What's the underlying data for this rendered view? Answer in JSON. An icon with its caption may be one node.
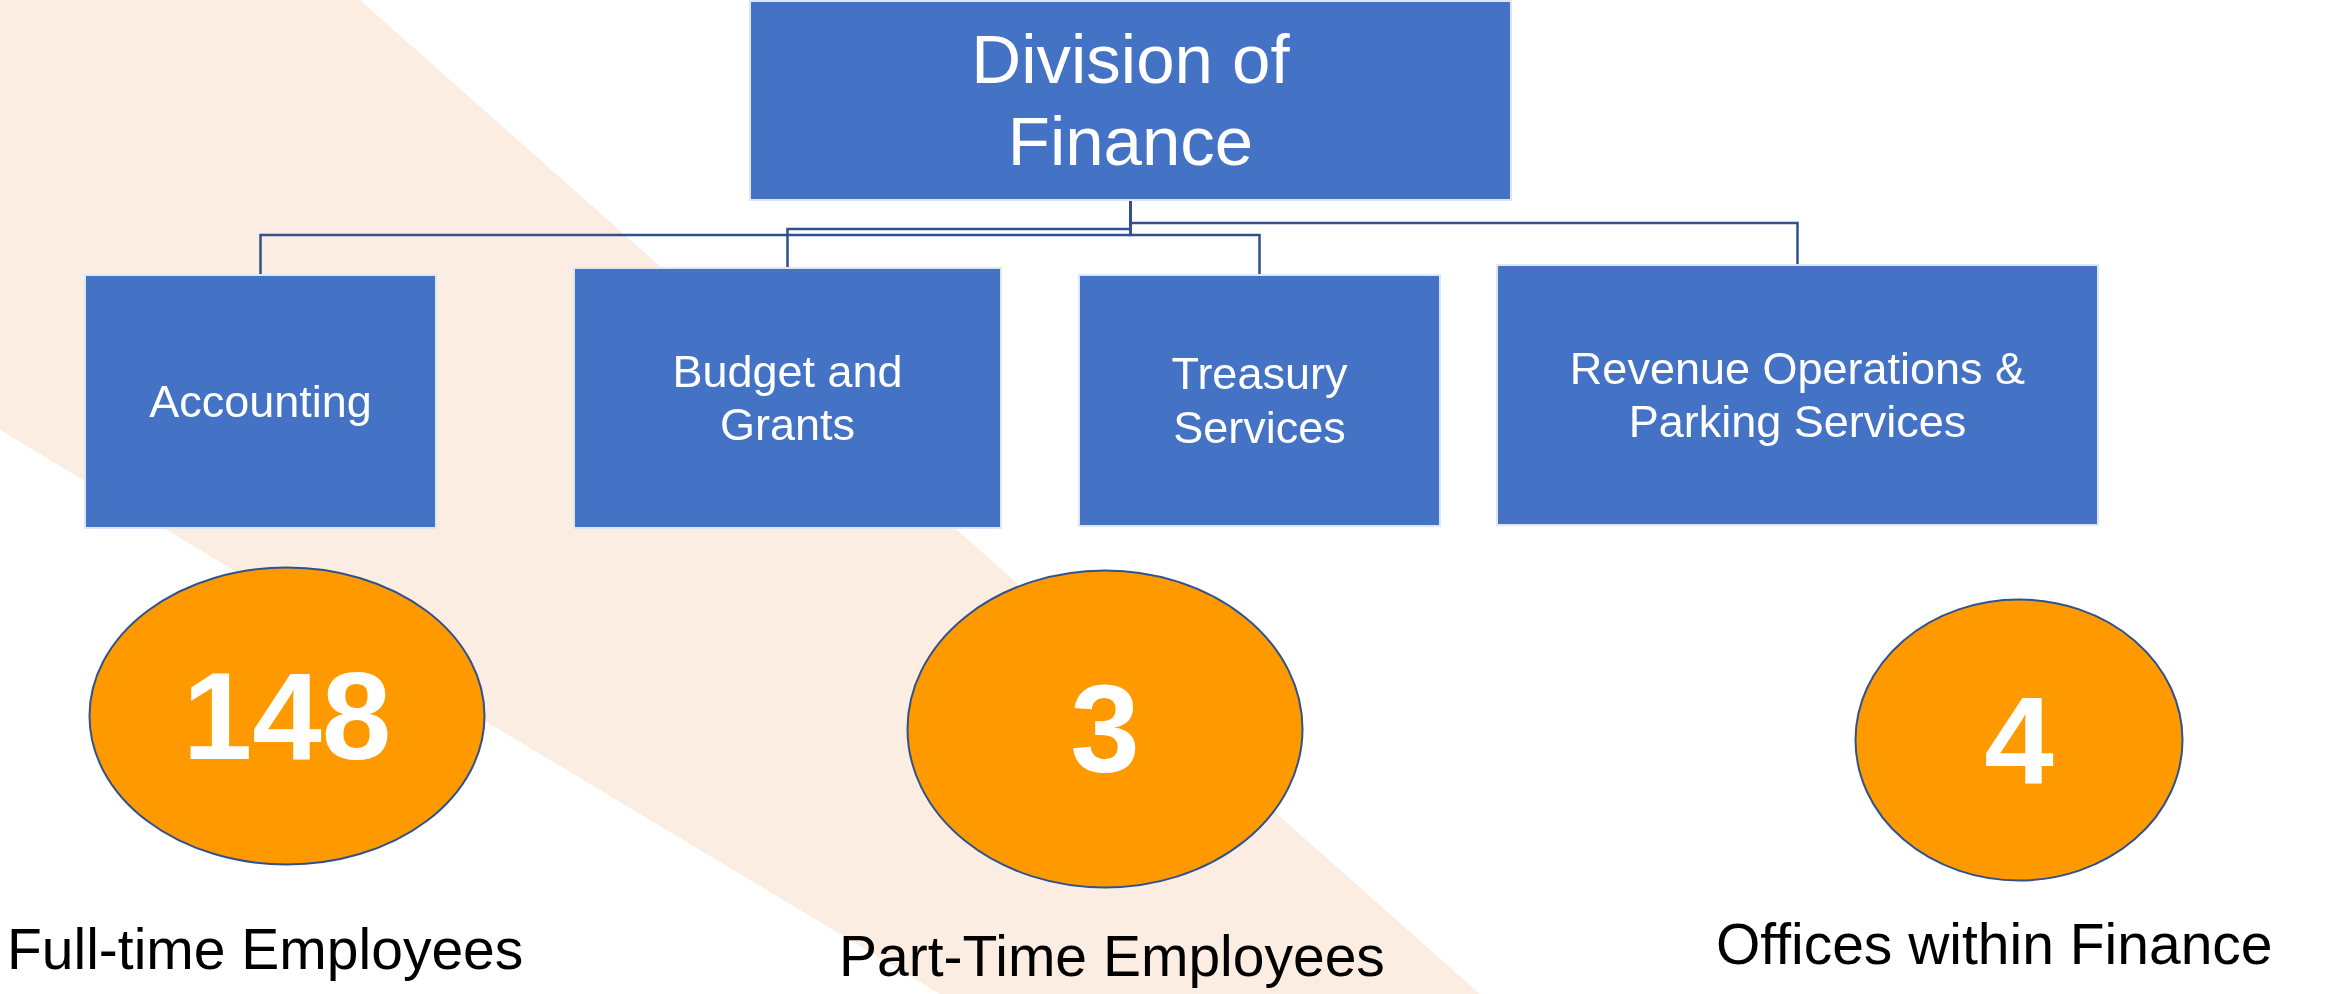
{
  "diagram": {
    "nodes": [
      {
        "text": [
          "Division of Finance"
        ]
      },
      {
        "text": [
          "Accounting"
        ]
      },
      {
        "text": [
          "Budget and Grants"
        ]
      },
      {
        "text": [
          "Treasury Services"
        ]
      },
      {
        "text": [
          "Revenue Operations & Parking Services"
        ]
      },
      {
        "text": [
          "148"
        ],
        "beside": [
          "Full-time Employees"
        ]
      },
      {
        "text": [
          "3"
        ],
        "beside": [
          "Part-Time Employees"
        ]
      },
      {
        "text": [
          "4"
        ],
        "beside": [
          "Offices within Finance"
        ]
      }
    ],
    "edges": [
      {
        "from": 0,
        "to": 1,
        "arrow": "none"
      },
      {
        "from": 0,
        "to": 2,
        "arrow": "none"
      },
      {
        "from": 0,
        "to": 3,
        "arrow": "none"
      },
      {
        "from": 0,
        "to": 4,
        "arrow": "none"
      }
    ]
  }
}
